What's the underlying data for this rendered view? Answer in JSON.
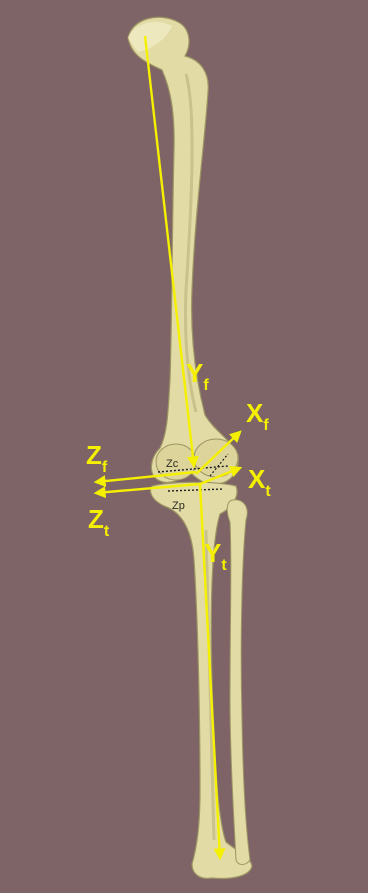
{
  "labels": {
    "y_femur": {
      "main": "Y",
      "sub": "f"
    },
    "x_femur": {
      "main": "X",
      "sub": "f"
    },
    "x_tibia": {
      "main": "X",
      "sub": "t"
    },
    "z_femur": {
      "main": "Z",
      "sub": "f"
    },
    "z_tibia": {
      "main": "Z",
      "sub": "t"
    },
    "y_tibia": {
      "main": "Y",
      "sub": "t"
    },
    "condyle_marker": "Zc",
    "plateau_marker": "Zp"
  },
  "colors": {
    "background": "#7e6467",
    "bone": "#e3dba6",
    "bone_shadow": "#b9b07a",
    "axis": "#f4f000",
    "label": "#f4f000",
    "dotted_line": "#1a1a1a"
  }
}
